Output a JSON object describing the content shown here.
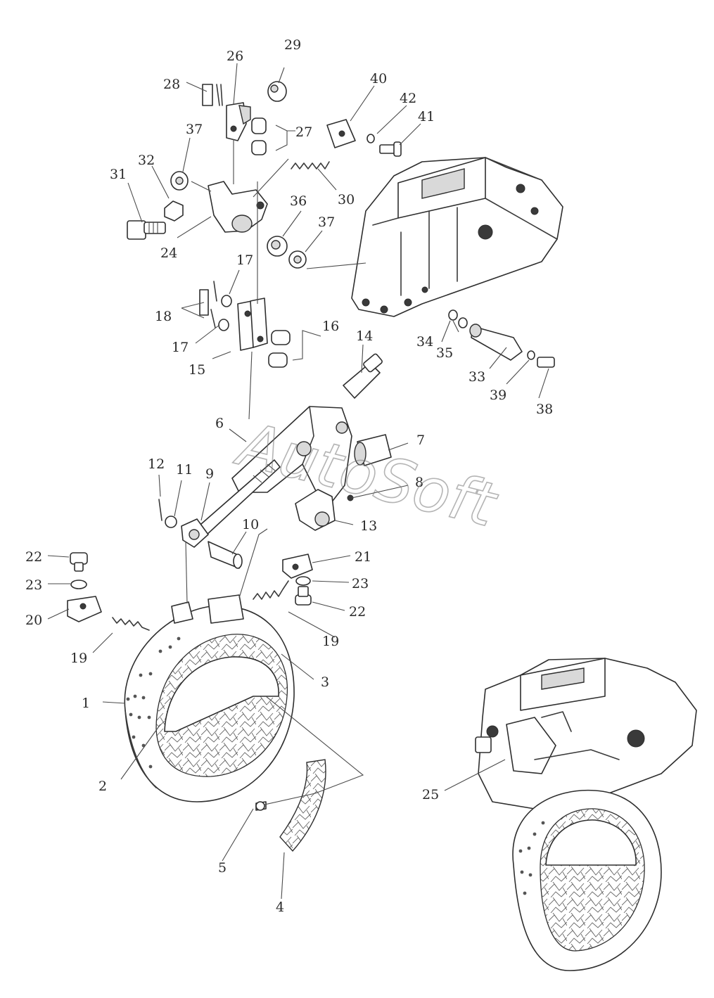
{
  "watermark": "AutoSoft",
  "callouts": [
    "1",
    "2",
    "3",
    "4",
    "5",
    "6",
    "7",
    "8",
    "9",
    "10",
    "11",
    "12",
    "13",
    "14",
    "15",
    "16",
    "17",
    "18",
    "19",
    "20",
    "21",
    "22",
    "23",
    "24",
    "25",
    "26",
    "27",
    "28",
    "29",
    "30",
    "31",
    "32",
    "33",
    "34",
    "35",
    "36",
    "37",
    "38",
    "39",
    "40",
    "41",
    "42"
  ]
}
